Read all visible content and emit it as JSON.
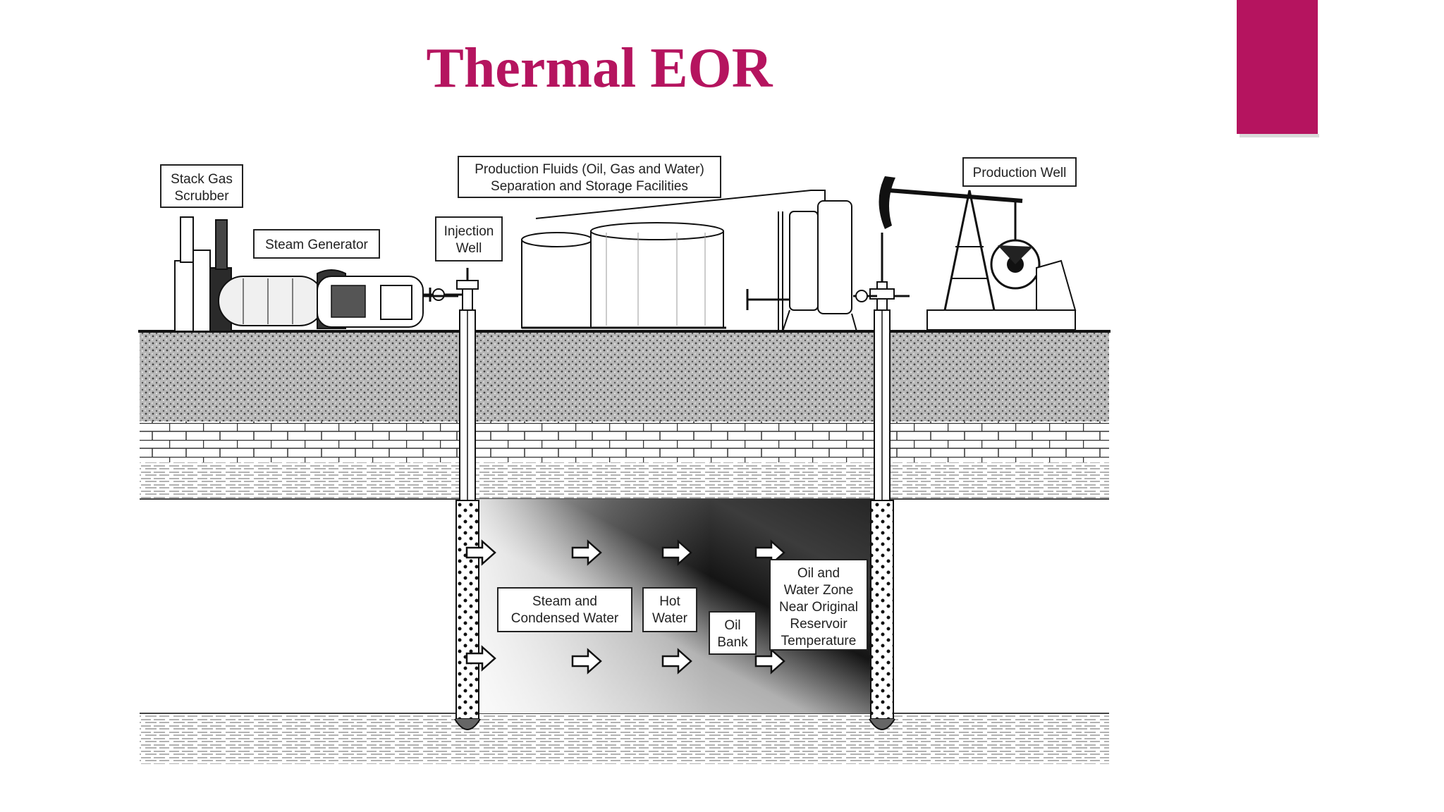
{
  "title": "Thermal EOR",
  "colors": {
    "title": "#b5145f",
    "accent": "#b5145f"
  },
  "labels": {
    "stack_gas_scrubber": [
      "Stack Gas",
      "Scrubber"
    ],
    "steam_generator": [
      "Steam Generator"
    ],
    "injection_well": [
      "Injection",
      "Well"
    ],
    "production_fluids": [
      "Production Fluids (Oil, Gas and Water)",
      "Separation and Storage Facilities"
    ],
    "production_well": [
      "Production Well"
    ],
    "steam_zone": [
      "Steam and",
      "Condensed Water"
    ],
    "hot_water": [
      "Hot",
      "Water"
    ],
    "oil_bank": [
      "Oil",
      "Bank"
    ],
    "oil_water_zone": [
      "Oil and",
      "Water Zone",
      "Near Original",
      "Reservoir",
      "Temperature"
    ]
  },
  "icons": {
    "flow_arrow": "arrow-right-icon",
    "pump_jack": "pump-jack-icon"
  }
}
